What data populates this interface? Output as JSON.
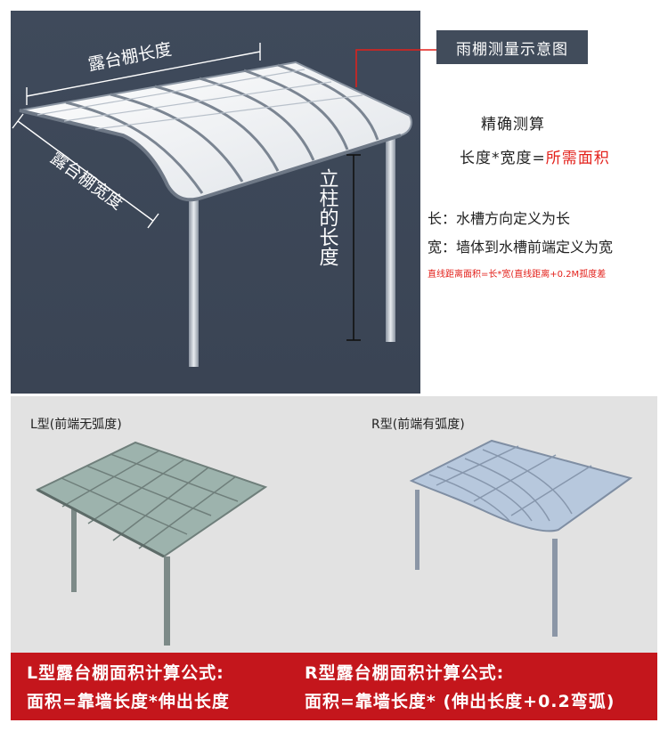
{
  "diagram": {
    "roof_length_label": "露台棚长度",
    "roof_width_label": "露台棚宽度",
    "post_height_label": "立柱的长度"
  },
  "info": {
    "title": "雨棚测量示意图",
    "precise": "精确测算",
    "formula_black": "长度*宽度=",
    "formula_red": "所需面积",
    "length_def": "长：水槽方向定义为长",
    "width_def": "宽：墙体到水槽前端定义为宽",
    "note": "直线距离面积=长*宽(直线距离+0.2M孤度差"
  },
  "types": {
    "l_caption": "L型(前端无弧度)",
    "r_caption": "R型(前端有弧度)"
  },
  "formulas": {
    "l_title": "L型露台棚面积计算公式:",
    "l_formula": "面积=靠墙长度*伸出长度",
    "r_title": "R型露台棚面积计算公式:",
    "r_formula": "面积=靠墙长度* (伸出长度+0.2弯弧)"
  },
  "colors": {
    "dark_panel": "#3f4a5b",
    "accent_red": "#e3211b",
    "bar_red": "#c4161c",
    "l_roof": "#8fa8a2",
    "r_roof": "#a9bfd8"
  }
}
